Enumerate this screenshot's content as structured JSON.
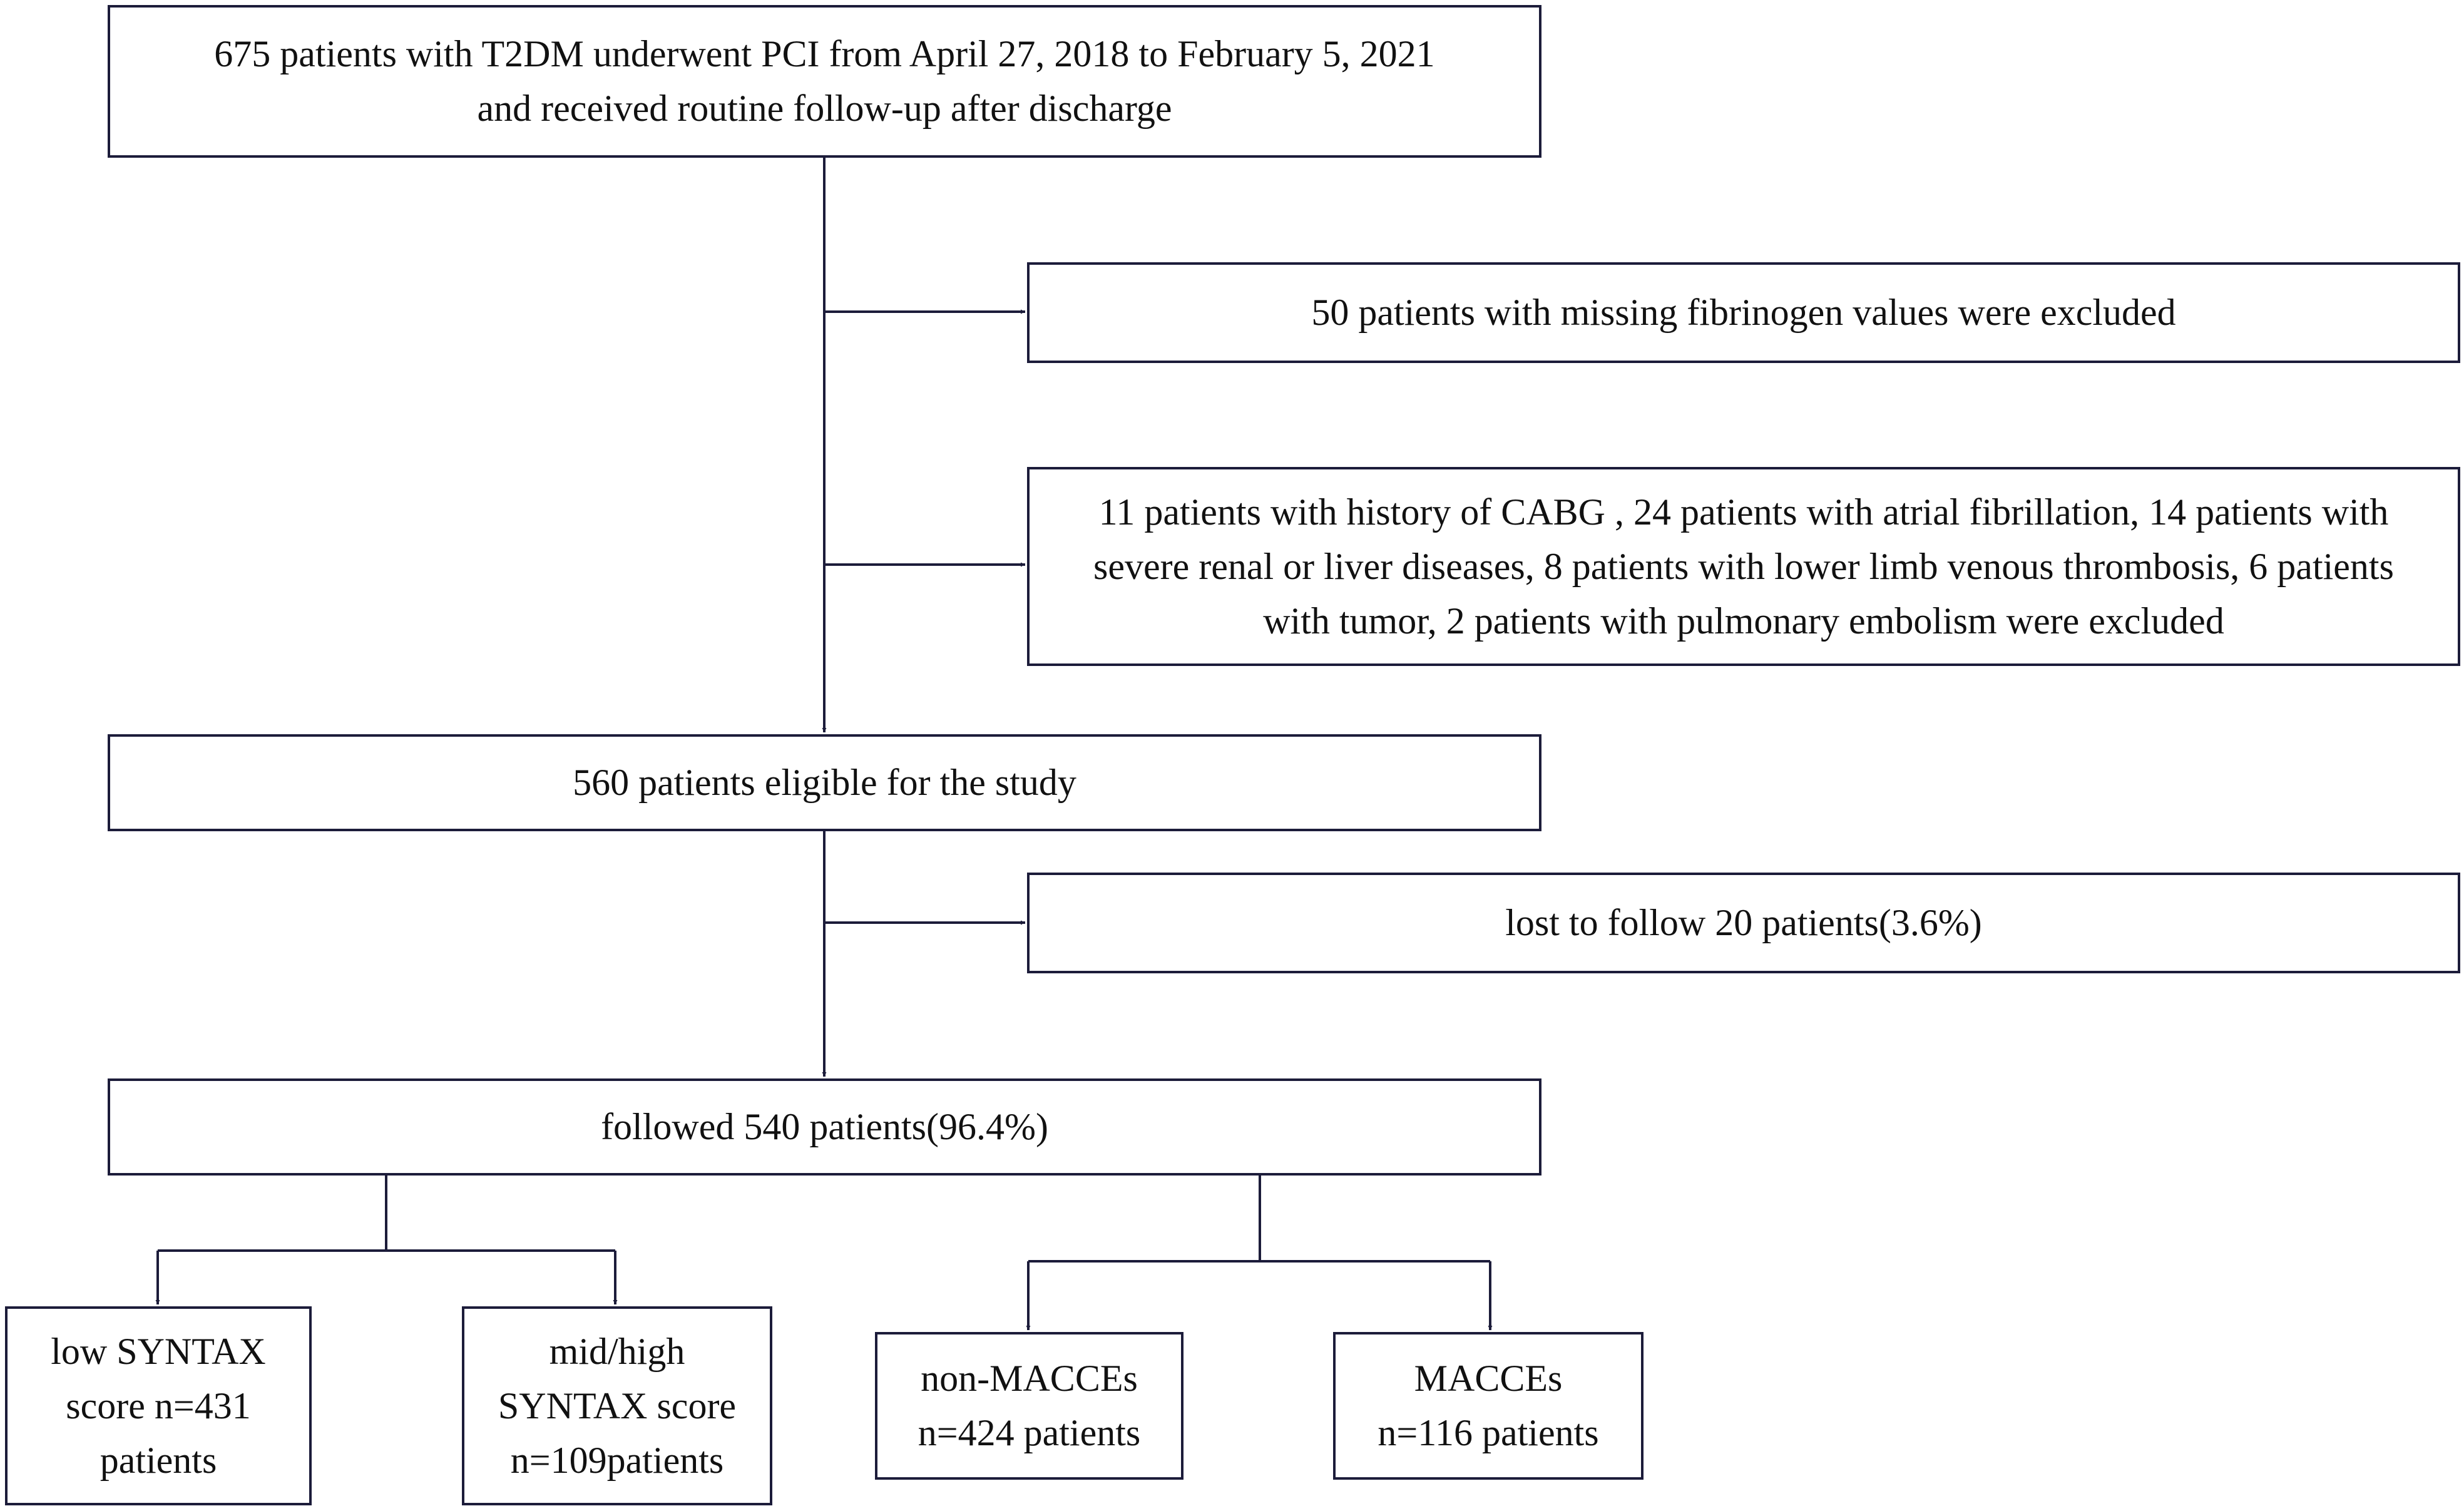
{
  "nodes": {
    "initial": {
      "lines": [
        "675 patients with T2DM underwent PCI from April 27, 2018 to February 5, 2021",
        "and received routine follow-up after discharge"
      ]
    },
    "exclude_fibrinogen": {
      "lines": [
        "50 patients with missing fibrinogen values were excluded"
      ]
    },
    "exclude_conditions": {
      "lines": [
        "11 patients with history of CABG , 24 patients with atrial fibrillation, 14 patients with",
        "severe renal or liver diseases, 8 patients with lower limb venous thrombosis, 6 patients",
        "with tumor, 2 patients with pulmonary embolism were excluded"
      ]
    },
    "eligible": {
      "lines": [
        "560 patients eligible for the study"
      ]
    },
    "lost": {
      "lines": [
        "lost to follow 20 patients(3.6%)"
      ]
    },
    "followed": {
      "lines": [
        "followed 540 patients(96.4%)"
      ]
    },
    "low_syntax": {
      "lines": [
        "low SYNTAX",
        "score n=431",
        "patients"
      ]
    },
    "midhigh_syntax": {
      "lines": [
        "mid/high",
        "SYNTAX score",
        "n=109patients"
      ]
    },
    "non_macces": {
      "lines": [
        "non-MACCEs",
        "n=424 patients"
      ]
    },
    "macces": {
      "lines": [
        "MACCEs",
        "n=116 patients"
      ]
    }
  }
}
